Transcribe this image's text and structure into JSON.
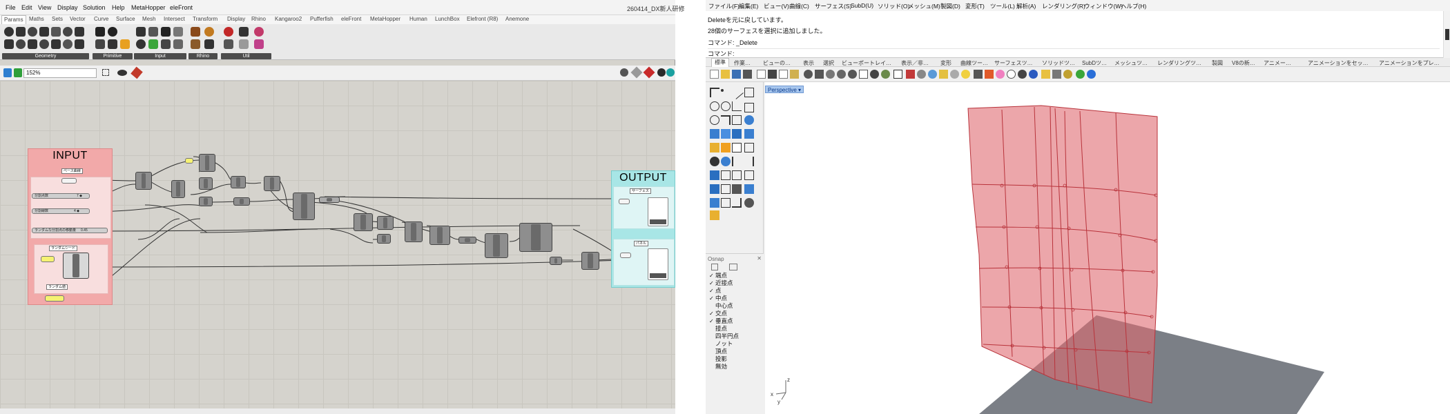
{
  "grasshopper": {
    "menu": [
      "File",
      "Edit",
      "View",
      "Display",
      "Solution",
      "Help",
      "MetaHopper",
      "eleFront"
    ],
    "document_title": "260414_DX新人研修",
    "tabs": [
      "Params",
      "Maths",
      "Sets",
      "Vector",
      "Curve",
      "Surface",
      "Mesh",
      "Intersect",
      "Transform",
      "Display",
      "Rhino",
      "Kangaroo2",
      "Pufferfish",
      "eleFront",
      "MetaHopper",
      "Human",
      "LunchBox",
      "Elefront (R8)",
      "Anemone"
    ],
    "active_tab": "Params",
    "ribbon_groups": [
      "Geometry",
      "Primitive",
      "Input",
      "Rhino",
      "Util"
    ],
    "zoom": "152%",
    "groups": {
      "input_title": "INPUT",
      "output_title": "OUTPUT"
    },
    "params": {
      "input_tag1": "ベース曲線",
      "slider1": "分割点数",
      "slider1_val": "7 ◆",
      "slider2": "分割線数",
      "slider2_val": "4 ◆",
      "slider3": "ランダムな分割点の移動量",
      "slider3_val": "0.45",
      "input_tag2": "ランダムシード",
      "input_tag3": "ランダム値",
      "output_tag1": "サーフェス",
      "output_tag2": "パネル"
    }
  },
  "rhino": {
    "menu": [
      "ファイル(F)",
      "編集(E)",
      "ビュー(V)",
      "曲線(C)",
      "サーフェス(S)",
      "SubD(U)",
      "ソリッド(O)",
      "メッシュ(M)",
      "製図(D)",
      "変形(T)",
      "ツール(L)",
      "解析(A)",
      "レンダリング(R)",
      "ウィンドウ(W)",
      "ヘルプ(H)"
    ],
    "command_history": [
      "Deleteを元に戻しています。",
      "28個のサーフェスを選択に追加しました。",
      "コマンド: _Delete"
    ],
    "command_prompt": "コマンド:",
    "tabs": [
      "標準",
      "作業…",
      "ビューの…",
      "表示",
      "選択",
      "ビューポートレイ…",
      "表示／非…",
      "変形",
      "曲線ツー…",
      "サーフェスツ…",
      "ソリッドツ…",
      "SubDツ…",
      "メッシュツ…",
      "レンダリングツ…",
      "製図",
      "V8の新…",
      "アニメー…",
      "アニメーションをセッ…",
      "アニメーションをプレ…"
    ],
    "viewport_label": "Perspective",
    "osnap": {
      "title": "Osnap",
      "items": [
        {
          "label": "端点",
          "checked": true
        },
        {
          "label": "近接点",
          "checked": true
        },
        {
          "label": "点",
          "checked": true
        },
        {
          "label": "中点",
          "checked": true
        },
        {
          "label": "中心点",
          "checked": false
        },
        {
          "label": "交点",
          "checked": true
        },
        {
          "label": "垂直点",
          "checked": true
        },
        {
          "label": "接点",
          "checked": false
        },
        {
          "label": "四半円点",
          "checked": false
        },
        {
          "label": "ノット",
          "checked": false
        },
        {
          "label": "頂点",
          "checked": false
        },
        {
          "label": "投影",
          "checked": false
        },
        {
          "label": "無効",
          "checked": false
        }
      ]
    },
    "axes": {
      "x": "x",
      "y": "y",
      "z": "z"
    }
  },
  "colors": {
    "input_group": "#f2a9a9",
    "output_group": "#a8e6e6",
    "surface": "#e06a72",
    "ground": "#7b7f86"
  }
}
